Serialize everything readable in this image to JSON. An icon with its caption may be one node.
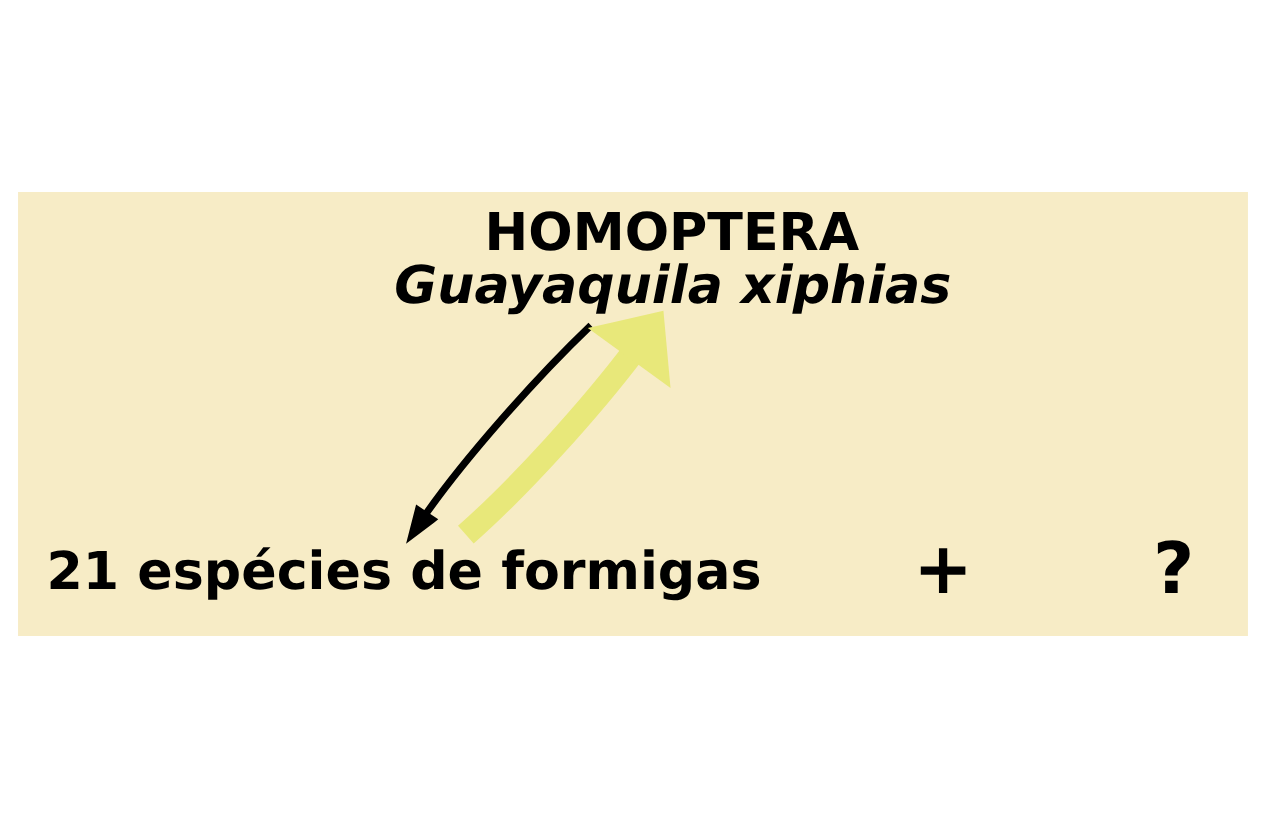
{
  "diagram": {
    "nodes": [
      {
        "text": [
          "HOMOPTERA",
          "Guayaquila xiphias"
        ]
      },
      {
        "text": [
          "21 espécies de formigas"
        ]
      }
    ],
    "edges": [
      {
        "from": 0,
        "to": 1,
        "arrow": "to"
      },
      {
        "from": 1,
        "to": 0,
        "arrow": "to",
        "style": "thick",
        "color": "#e8e87a"
      }
    ],
    "labels": [
      "+",
      "?"
    ]
  }
}
